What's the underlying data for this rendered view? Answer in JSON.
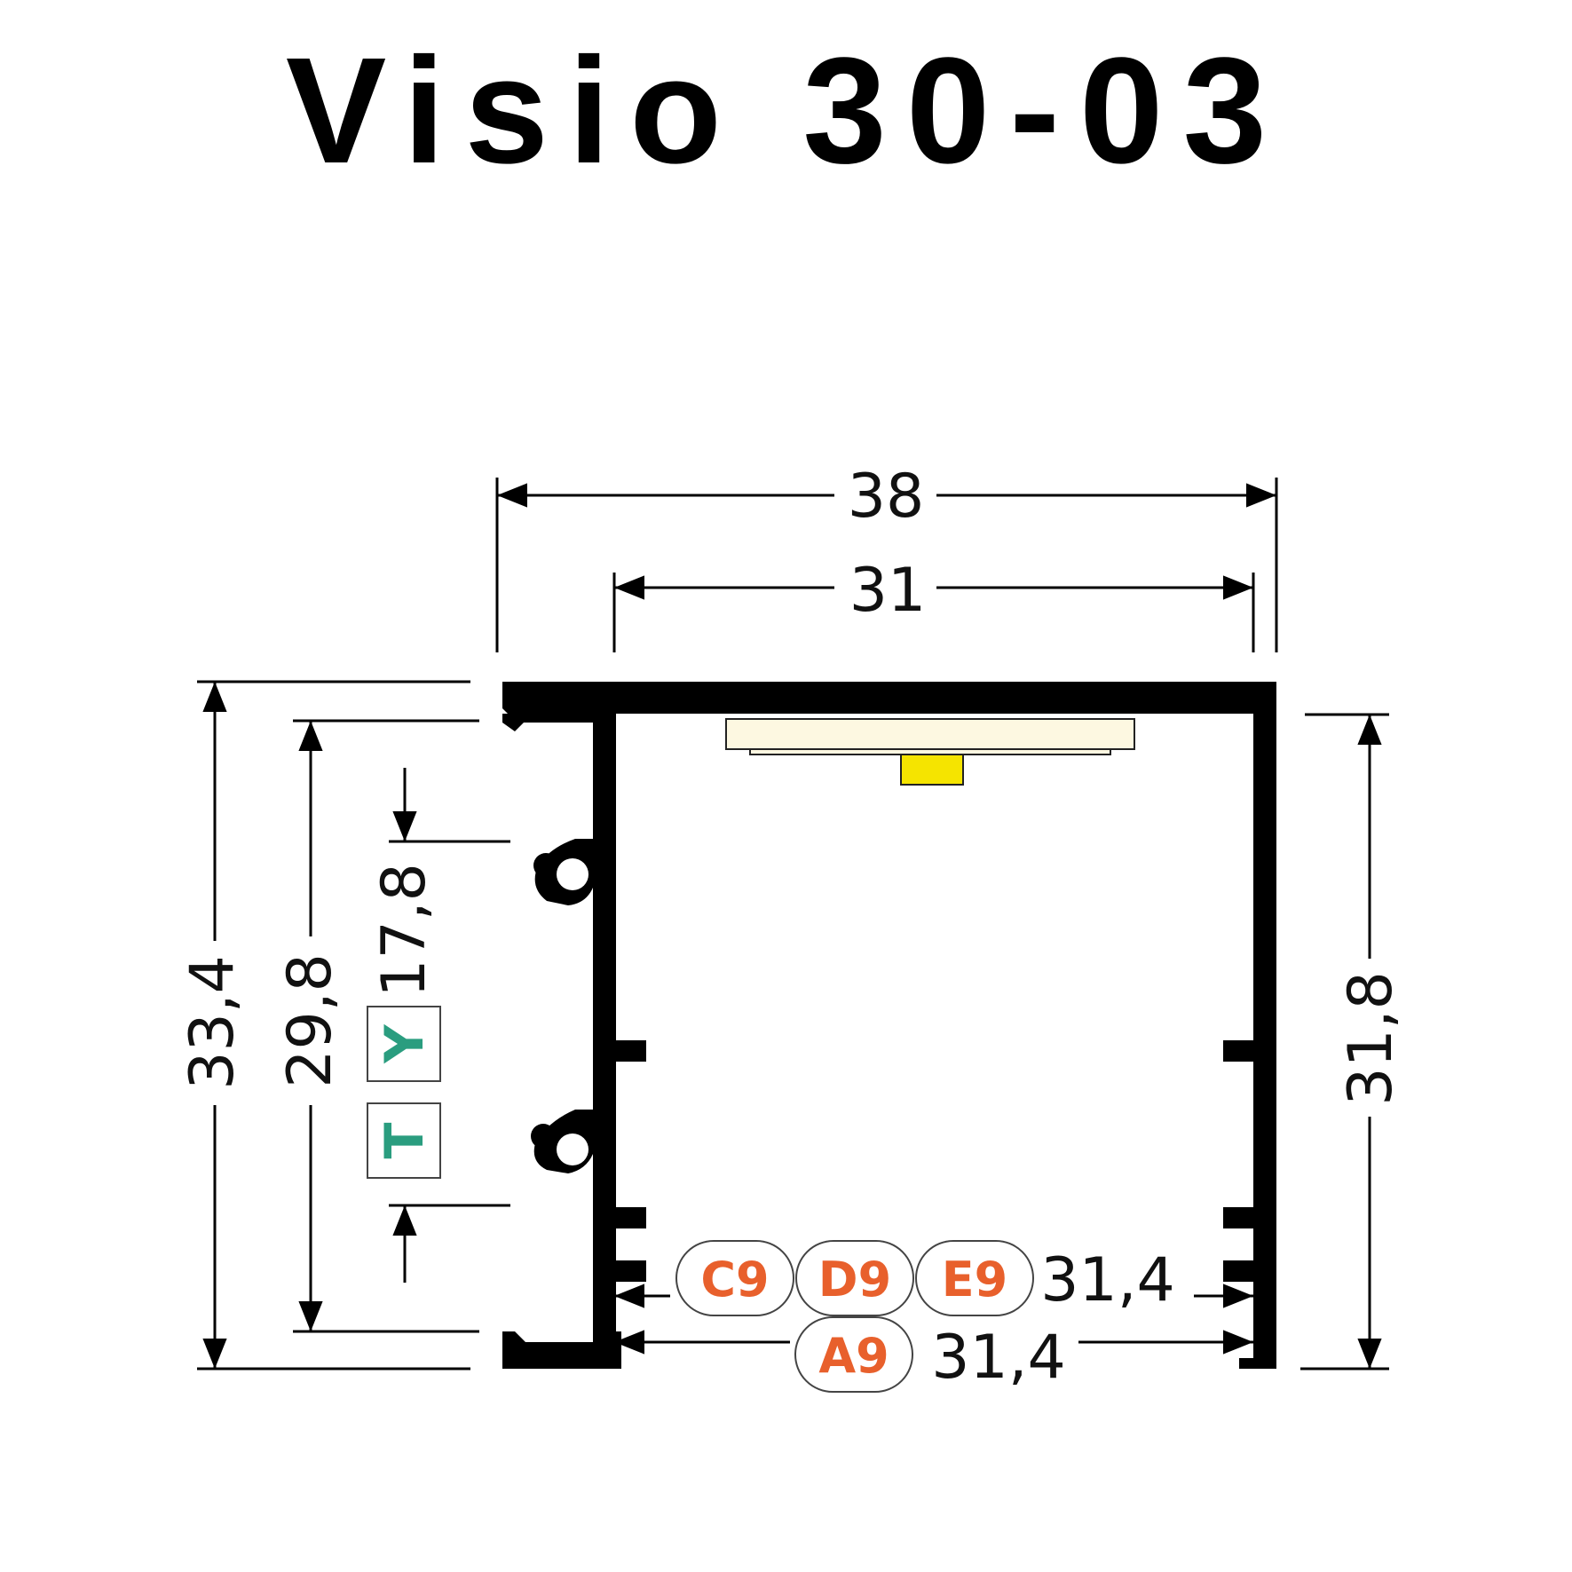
{
  "title": "Visio 30-03",
  "dimensions": {
    "outer_width": "38",
    "inner_width": "31",
    "total_height": "33,4",
    "inner_height": "29,8",
    "slot_height": "17,8",
    "right_height": "31,8",
    "cover_width_upper": "31,4",
    "cover_width_lower": "31,4"
  },
  "cover_codes_upper": [
    "C9",
    "D9",
    "E9"
  ],
  "cover_codes_lower": [
    "A9"
  ],
  "mount_codes": [
    "Y",
    "T"
  ],
  "colors": {
    "profile": "#000000",
    "cover_code": "#e8602c",
    "mount_code": "#2a9d7f",
    "led_strip": "#fdf8e1",
    "led_chip": "#f5e400"
  }
}
